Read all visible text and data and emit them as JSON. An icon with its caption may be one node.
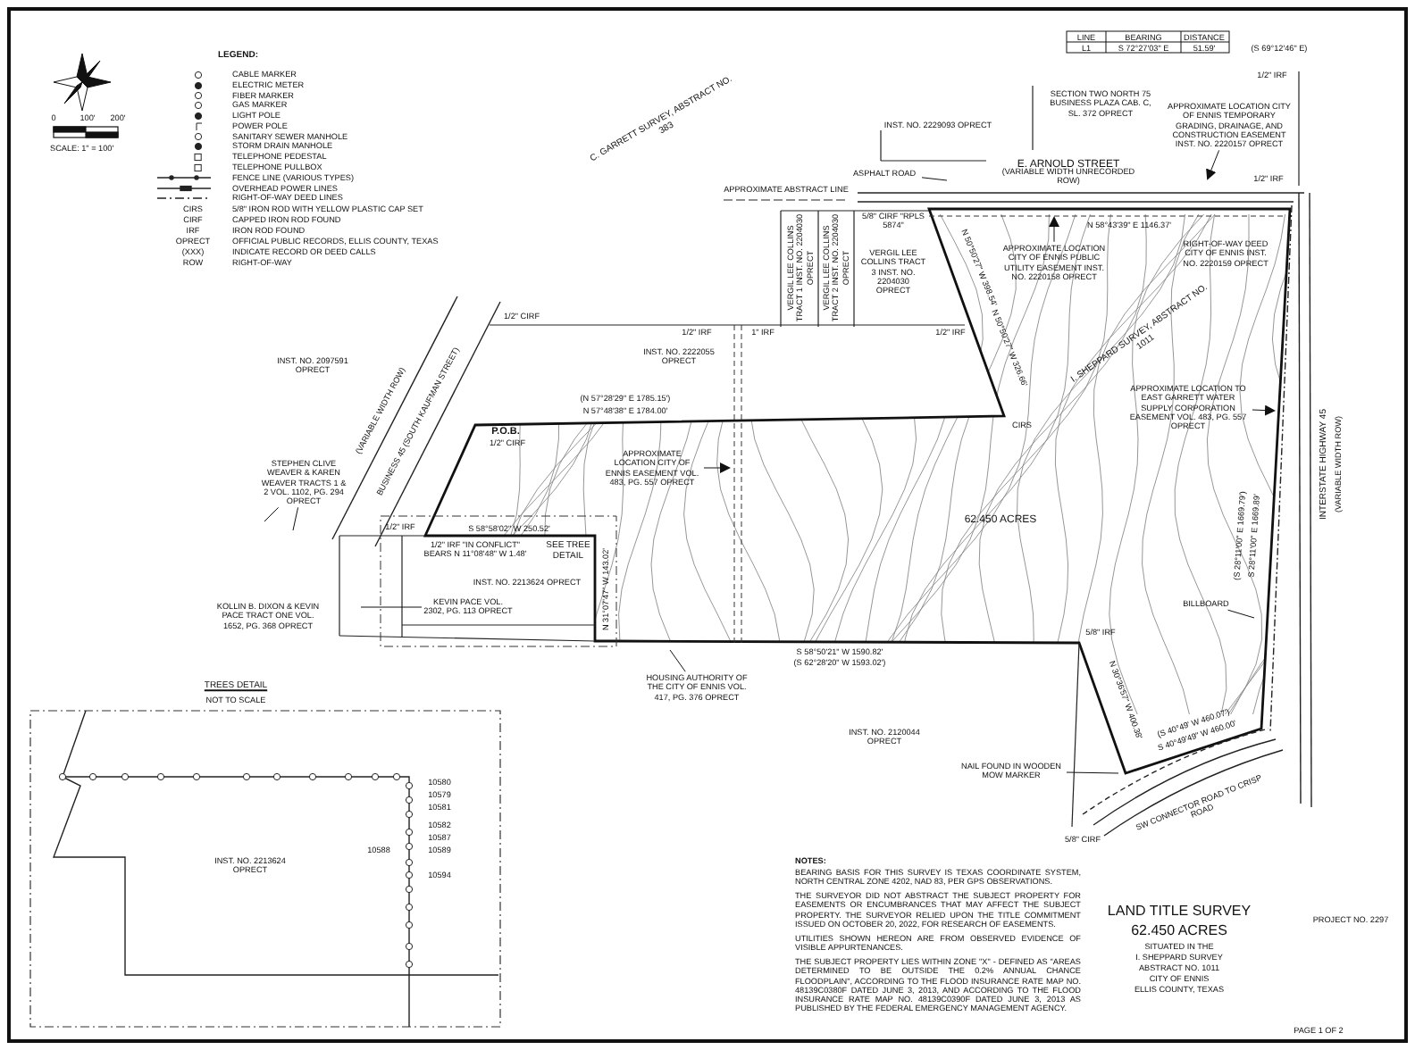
{
  "diagram": {
    "nodes": [
      {
        "text": [
          "STEPHEN CLIVE WEAVER & KAREN WEAVER TRACTS 1 & 2 VOL. 1102, PG. 294 OPRECT"
        ]
      },
      {
        "text": [
          "ASPHALT ROAD"
        ]
      },
      {
        "text": [
          "APPROXIMATE LOCATION CITY OF ENNIS TEMPORARY GRADING, DRAINAGE, AND CONSTRUCTION EASEMENT INST. NO. 2220157 OPRECT"
        ]
      },
      {
        "text": [
          "APPROXIMATE LOCATION CITY OF ENNIS PUBLIC UTILITY EASEMENT INST. NO. 2220158 OPRECT"
        ]
      },
      {
        "text": [
          "APPROXIMATE LOCATION TO EAST GARRETT WATER SUPPLY CORPORATION EASEMENT VOL. 483, PG. 557 OPRECT"
        ]
      },
      {
        "text": [
          "APPROXIMATE LOCATION CITY OF ENNIS EASEMENT VOL. 483, PG. 557 OPRECT"
        ]
      },
      {
        "text": [
          "KEVIN PACE VOL. 2302, PG. 113 OPRECT"
        ]
      },
      {
        "text": [
          "HOUSING AUTHORITY OF THE CITY OF ENNIS VOL. 417, PG. 376 OPRECT"
        ]
      },
      {
        "text": [
          "BILLBOARD"
        ]
      },
      {
        "text": [
          "NAIL FOUND IN WOODEN MOW MARKER"
        ]
      }
    ],
    "edges": [
      {
        "from": 0,
        "to": null,
        "arrow": "none"
      },
      {
        "from": 0,
        "to": null,
        "arrow": "none"
      },
      {
        "from": 1,
        "to": null,
        "arrow": "none"
      },
      {
        "from": 2,
        "to": null,
        "arrow": "to"
      },
      {
        "from": 3,
        "to": null,
        "arrow": "to"
      },
      {
        "from": 4,
        "to": null,
        "arrow": "to"
      },
      {
        "from": 5,
        "to": null,
        "arrow": "to"
      },
      {
        "from": 6,
        "to": null,
        "arrow": "none"
      },
      {
        "from": 7,
        "to": null,
        "arrow": "none"
      },
      {
        "from": 8,
        "to": null,
        "arrow": "none"
      },
      {
        "from": 9,
        "to": null,
        "arrow": "none"
      }
    ],
    "labels": [
      "LEGEND:",
      "CIRS",
      "5/8\" IRON ROD WITH YELLOW PLASTIC CAP SET",
      "CIRF",
      "CAPPED IRON ROD FOUND",
      "IRF",
      "IRON ROD FOUND",
      "OPRECT",
      "OFFICIAL PUBLIC RECORDS, ELLIS COUNTY, TEXAS",
      "(XXX)",
      "INDICATE RECORD OR DEED CALLS",
      "ROW",
      "RIGHT-OF-WAY",
      "0",
      "100'",
      "200'",
      "SCALE: 1\" = 100'",
      "LINE",
      "BEARING",
      "DISTANCE",
      "L1",
      "S 72°27'03\" E",
      "51.59'",
      "(S 69°12'46\" E)",
      "C. GARRETT SURVEY, ABSTRACT NO. 383",
      "INST. NO. 2229093 OPRECT",
      "SECTION TWO NORTH 75 BUSINESS PLAZA CAB. C, SL. 372 OPRECT",
      "1/2\" IRF",
      "E. ARNOLD STREET",
      "(VARIABLE WIDTH UNRECORDED ROW)",
      "1/2\" IRF",
      "APPROXIMATE ABSTRACT LINE",
      "5/8\" CIRF \"RPLS 5874\"",
      "VERGIL LEE COLLINS TRACT 1 INST. NO. 2204030 OPRECT",
      "VERGIL LEE COLLINS TRACT 2 INST. NO. 2204030 OPRECT",
      "VERGIL LEE COLLINS TRACT 3 INST. NO. 2204030 OPRECT",
      "N 58°43'39\" E 1146.37'",
      "N 50°50'27\" W 398.54'",
      "RIGHT-OF-WAY DEED CITY OF ENNIS INST. NO. 2220159 OPRECT",
      "N 50°50'27\" W 326.66'",
      "I. SHEPPARD SURVEY, ABSTRACT NO. 1011",
      "BUSINESS 45 (SOUTH KAUFMAN STREET)",
      "(VARIABLE WIDTH ROW)",
      "INST. NO. 2097591 OPRECT",
      "1/2\" CIRF",
      "1/2\" IRF",
      "1\" IRF",
      "1/2\" IRF",
      "INST. NO. 2222055 OPRECT",
      "(N 57°28'29\" E 1785.15')",
      "N 57°48'38\" E 1784.00'",
      "CIRS",
      "P.O.B.",
      "1/2\" CIRF",
      "62.450 ACRES",
      "(S 28°11'00\" E 1669.79')",
      "S 28°11'00\" E 1669.89'",
      "INTERSTATE HIGHWAY 45",
      "(VARIABLE WIDTH ROW)",
      "1/2\" IRF",
      "S 58°58'02\" W 250.52'",
      "1/2\" IRF \"IN CONFLICT\" BEARS N 11°08'48\" W 1.48'",
      "SEE TREE DETAIL",
      "INST. NO. 2213624 OPRECT",
      "N 31°07'47\" W 143.02'",
      "KOLLIN B. DIXON & KEVIN PACE TRACT ONE VOL. 1652, PG. 368 OPRECT",
      "S 58°50'21\" W 1590.82'",
      "(S 62°28'20\" W 1593.02')",
      "5/8\" IRF",
      "INST. NO. 2120044 OPRECT",
      "N 30°36'57\" W 400.38'",
      "(S 40°49' W 460.07')",
      "S 40°49'49\" W 460.00'",
      "SW CONNECTOR ROAD TO CRISP ROAD",
      "5/8\" CIRF",
      "TREES DETAIL",
      "NOT TO SCALE",
      "INST. NO. 2213624 OPRECT",
      "10580",
      "10579",
      "10581",
      "10582",
      "10587",
      "10588",
      "10589",
      "10594",
      "NOTES:",
      "BEARING BASIS FOR THIS SURVEY IS TEXAS COORDINATE SYSTEM, NORTH CENTRAL ZONE 4202, NAD 83, PER GPS OBSERVATIONS.",
      "THE SURVEYOR DID NOT ABSTRACT THE SUBJECT PROPERTY FOR EASEMENTS OR ENCUMBRANCES THAT MAY AFFECT THE SUBJECT PROPERTY. THE SURVEYOR RELIED UPON THE TITLE COMMITMENT ISSUED ON OCTOBER 20, 2022, FOR RESEARCH OF EASEMENTS.",
      "UTILITIES SHOWN HEREON ARE FROM OBSERVED EVIDENCE OF VISIBLE APPURTENANCES.",
      "THE SUBJECT PROPERTY LIES WITHIN ZONE \"X\" - DEFINED AS \"AREAS DETERMINED TO BE OUTSIDE THE 0.2% ANNUAL CHANCE FLOODPLAIN\", ACCORDING TO THE FLOOD INSURANCE RATE MAP NO. 48139C0380F DATED JUNE 3, 2013, AND ACCORDING TO THE FLOOD INSURANCE RATE MAP NO. 48139C0390F DATED JUNE 3, 2013 AS PUBLISHED BY THE FEDERAL EMERGENCY MANAGEMENT AGENCY.",
      "LAND TITLE SURVEY",
      "62.450 ACRES",
      "SITUATED IN THE",
      "I. SHEPPARD SURVEY",
      "ABSTRACT NO. 1011",
      "CITY OF ENNIS",
      "ELLIS COUNTY, TEXAS",
      "PROJECT NO. 2297",
      "PAGE 1 OF 2"
    ],
    "legend": [
      {
        "text": "CABLE MARKER"
      },
      {
        "text": "ELECTRIC METER"
      },
      {
        "text": "FIBER MARKER"
      },
      {
        "text": "GAS MARKER"
      },
      {
        "text": "LIGHT POLE"
      },
      {
        "text": "POWER POLE"
      },
      {
        "text": "SANITARY SEWER MANHOLE"
      },
      {
        "text": "STORM DRAIN MANHOLE"
      },
      {
        "text": "TELEPHONE PEDESTAL"
      },
      {
        "text": "TELEPHONE PULLBOX"
      },
      {
        "text": "FENCE LINE (VARIOUS TYPES)"
      },
      {
        "text": "OVERHEAD POWER LINES"
      },
      {
        "text": "RIGHT-OF-WAY DEED LINES"
      }
    ]
  }
}
